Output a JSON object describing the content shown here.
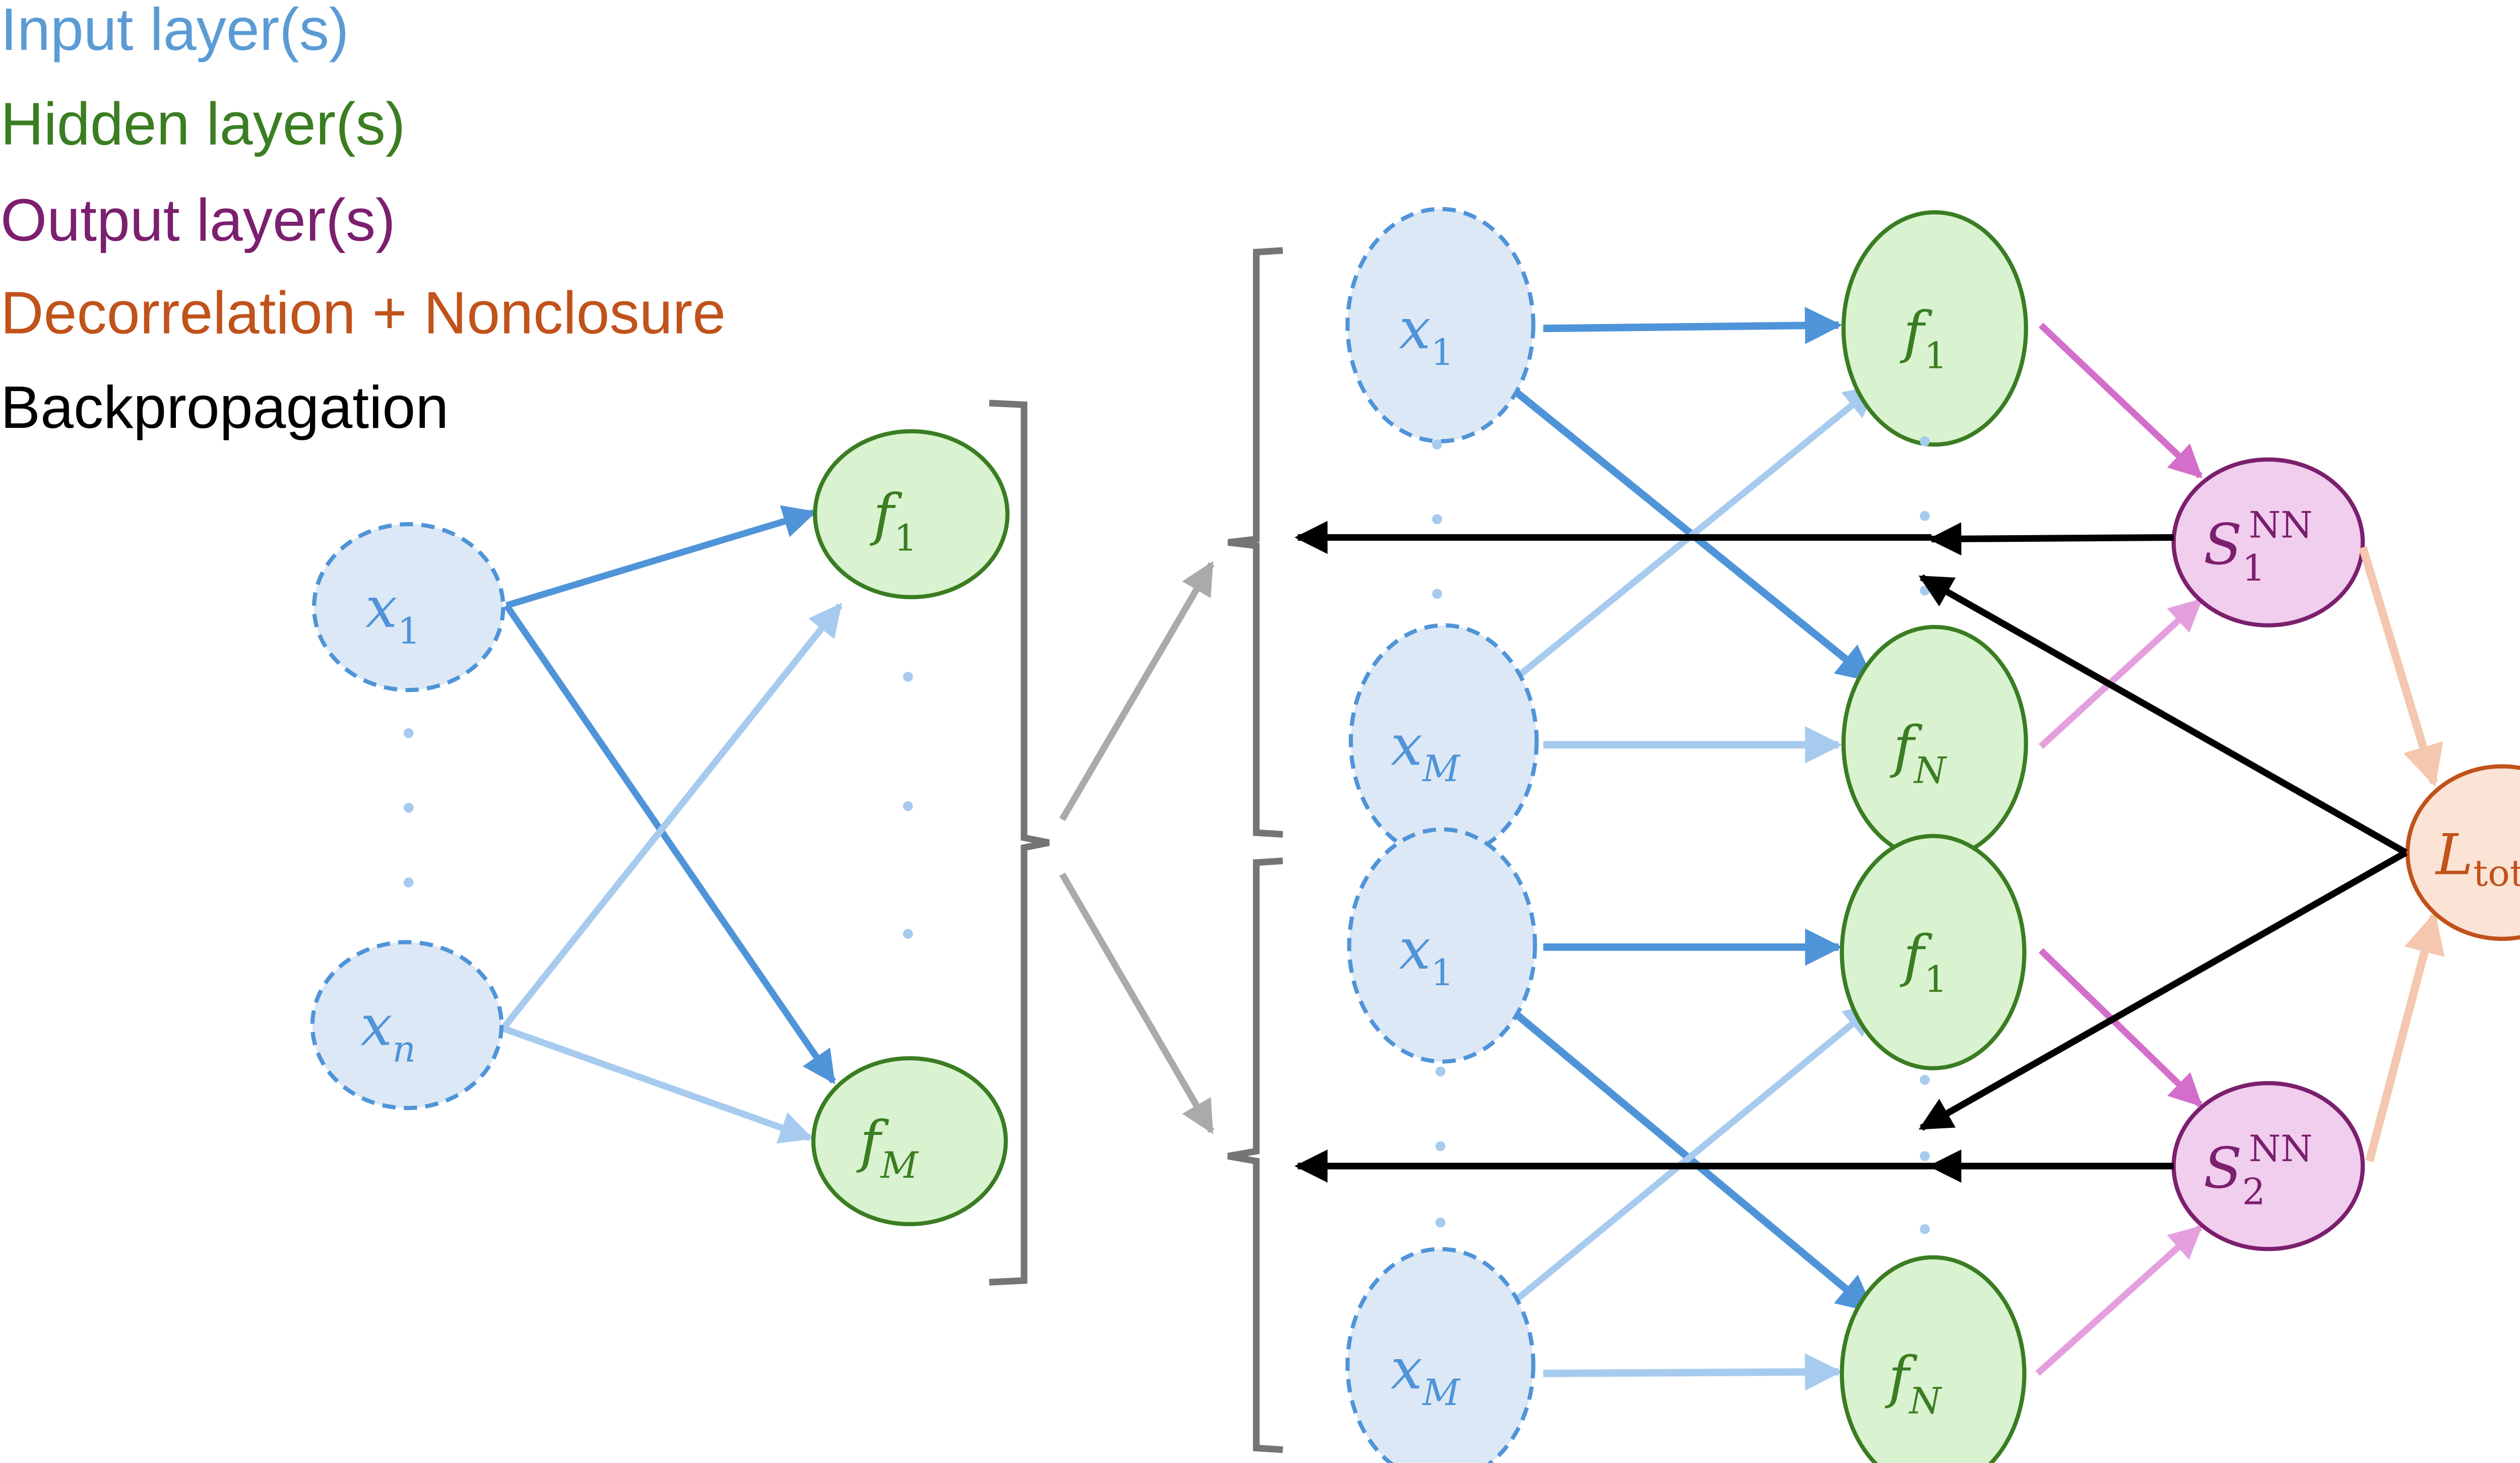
{
  "legend": [
    {
      "label": "Input layer(s)",
      "color": "#5B9BD5"
    },
    {
      "label": "Hidden layer(s)",
      "color": "#3A7D22"
    },
    {
      "label": "Output layer(s)",
      "color": "#7B1F6E"
    },
    {
      "label": "Decorrelation + Nonclosure",
      "color": "#C0521A"
    },
    {
      "label": "Backpropagation",
      "color": "#000000"
    }
  ],
  "colors": {
    "input_stroke": "#4F94D8",
    "input_fill": "#DCE8F6",
    "input_edge_strong": "#4F94D8",
    "input_edge_light": "#A7CBEE",
    "hidden_stroke": "#3A7D22",
    "hidden_fill": "#D9F2CF",
    "output_stroke": "#7B1F6E",
    "output_fill": "#F1CDEE",
    "output_edge_strong": "#D46ECB",
    "output_edge_light": "#E4A0DE",
    "loss_stroke": "#C0521A",
    "loss_fill": "#FBE3D6",
    "loss_edge": "#F4C7AE",
    "backprop": "#000000",
    "bracket": "#757575",
    "split_arrow": "#AAAAAA"
  },
  "left_network": {
    "inputs": [
      {
        "base": "x",
        "sub": "1"
      },
      {
        "base": "x",
        "sub": "n"
      }
    ],
    "hidden": [
      {
        "base": "f",
        "sub": "1"
      },
      {
        "base": "f",
        "sub": "M"
      }
    ]
  },
  "right_networks": [
    {
      "inputs": [
        {
          "base": "x",
          "sub": "1"
        },
        {
          "base": "x",
          "sub": "M"
        }
      ],
      "hidden": [
        {
          "base": "f",
          "sub": "1"
        },
        {
          "base": "f",
          "sub": "N"
        }
      ],
      "output": {
        "base": "S",
        "sub": "1",
        "sup": "NN"
      }
    },
    {
      "inputs": [
        {
          "base": "x",
          "sub": "1"
        },
        {
          "base": "x",
          "sub": "M"
        }
      ],
      "hidden": [
        {
          "base": "f",
          "sub": "1"
        },
        {
          "base": "f",
          "sub": "N"
        }
      ],
      "output": {
        "base": "S",
        "sub": "2",
        "sup": "NN"
      }
    }
  ],
  "loss": {
    "base": "L",
    "sub": "total"
  }
}
